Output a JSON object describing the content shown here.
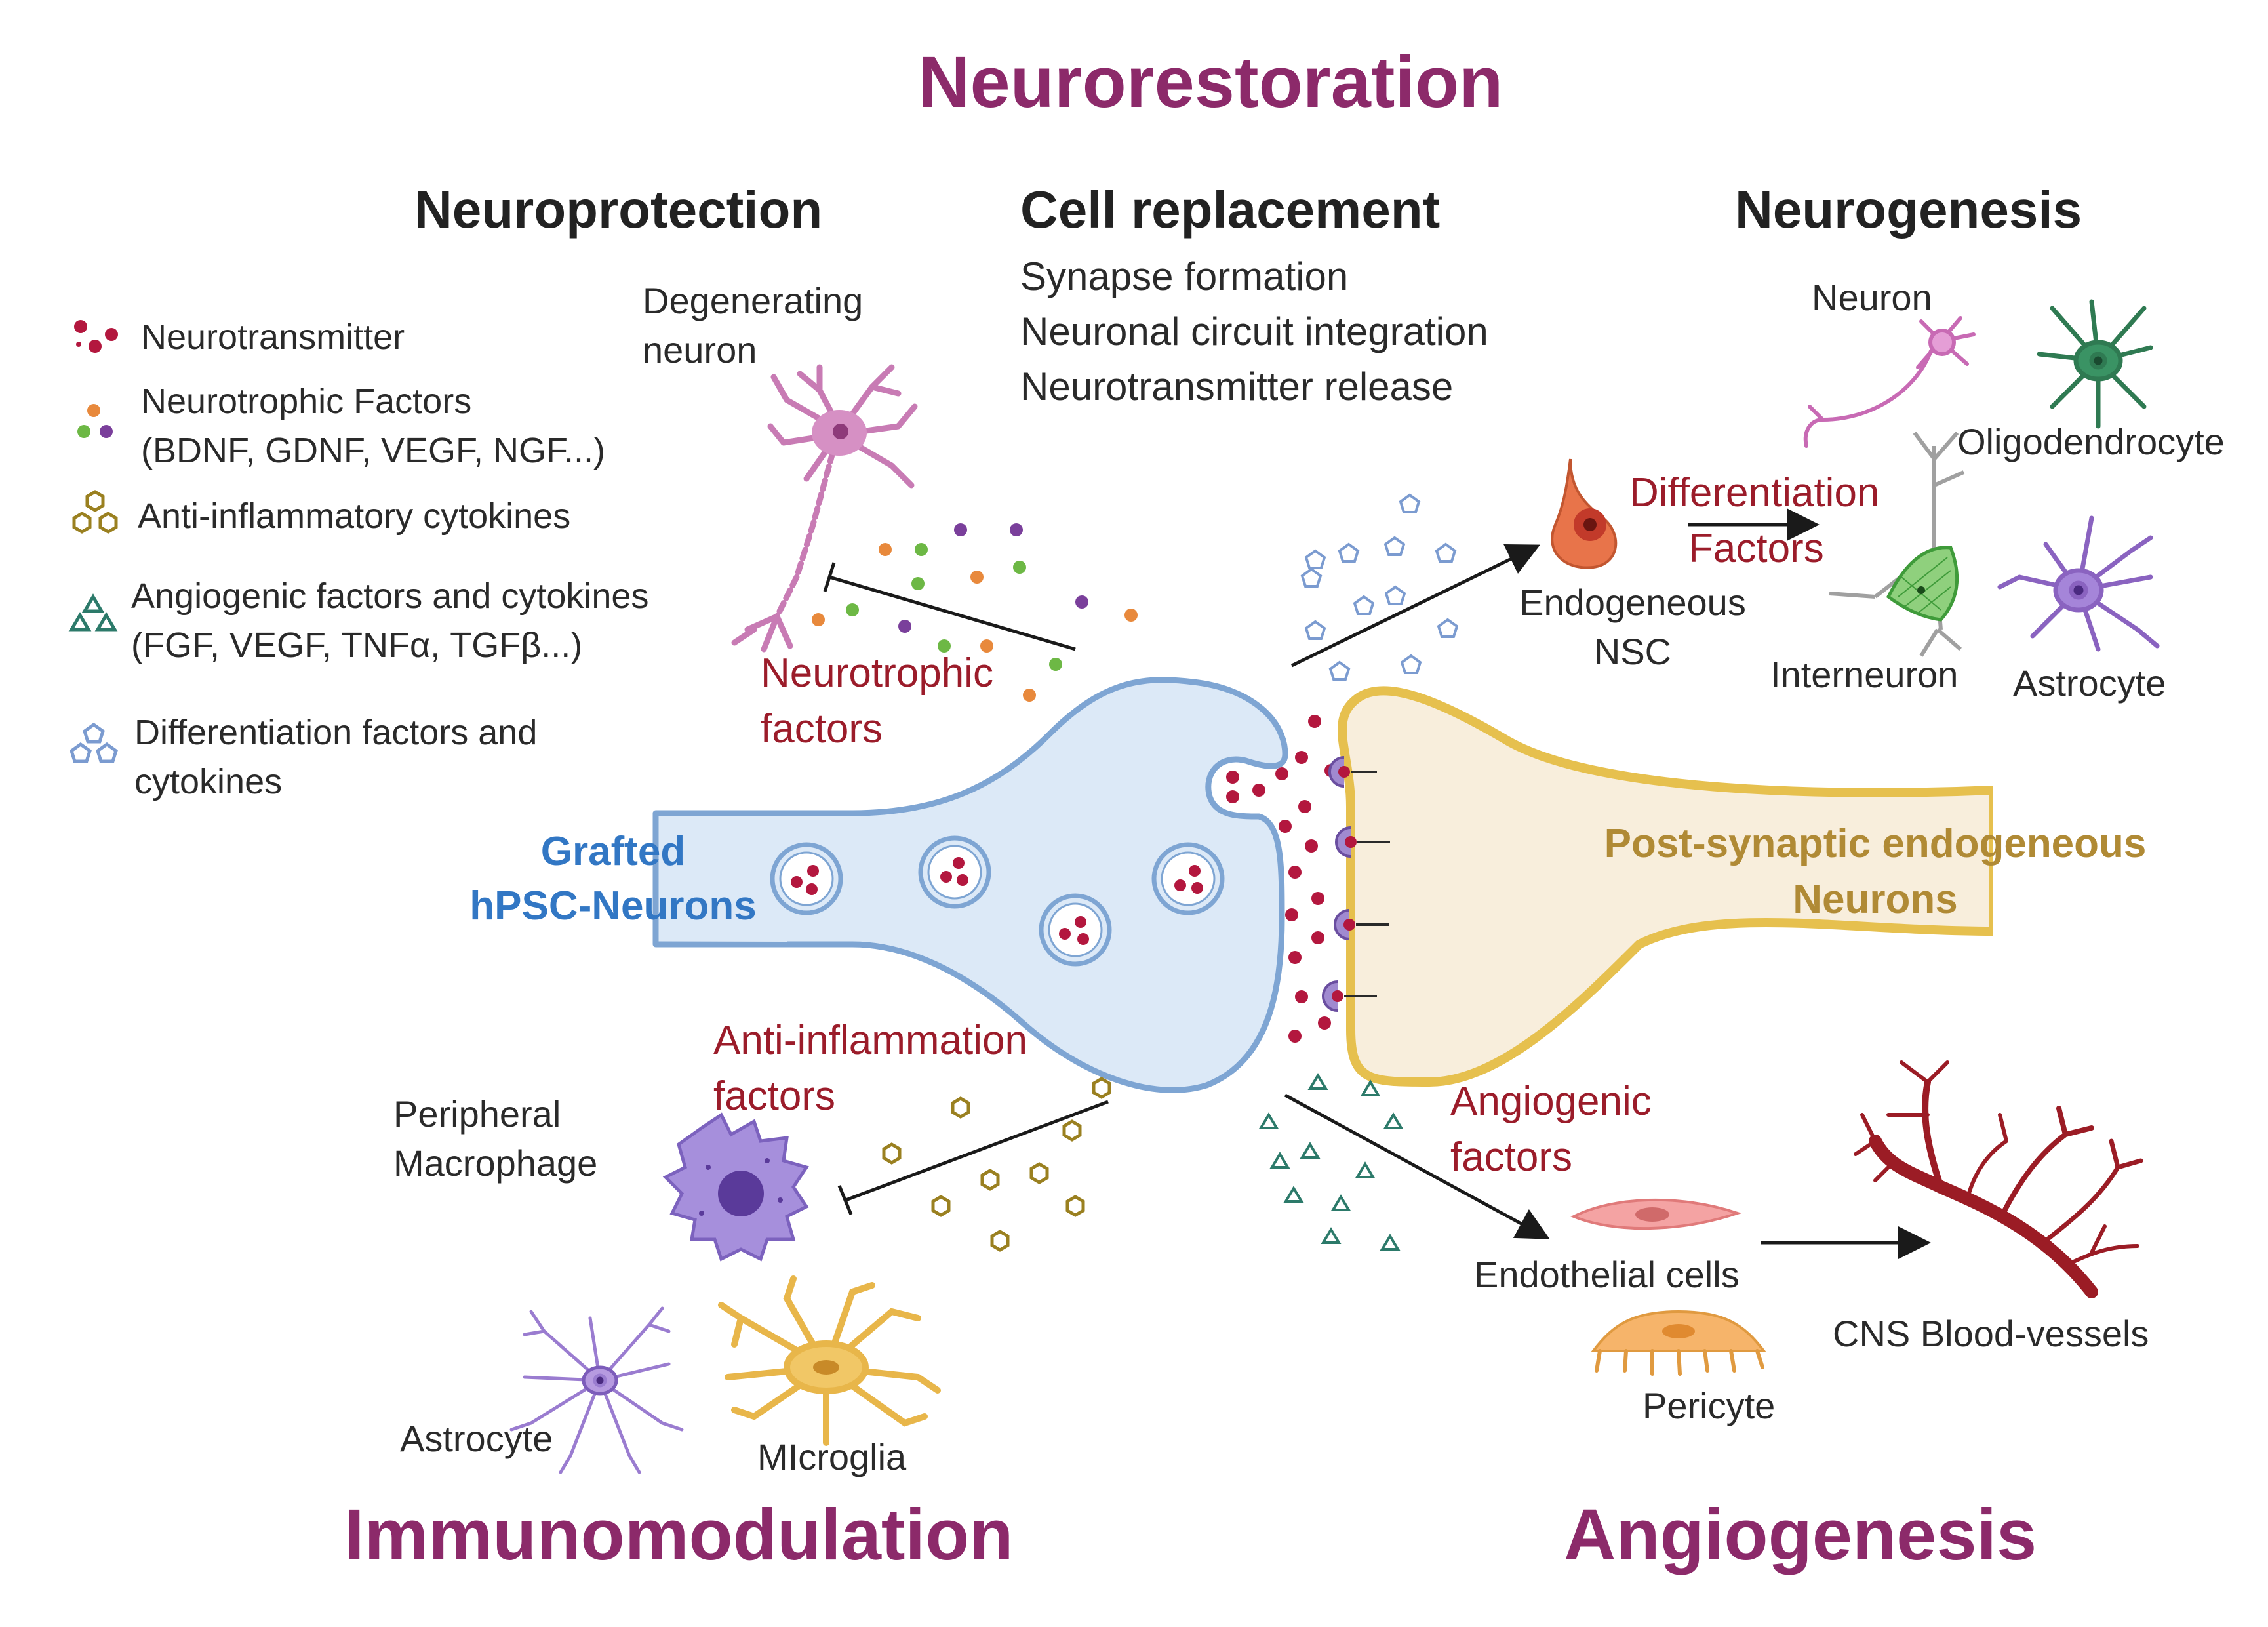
{
  "titles": {
    "neurorestoration": "Neurorestoration",
    "immunomodulation": "Immunomodulation",
    "angiogenesis": "Angiogenesis"
  },
  "headings": {
    "neuroprotection": "Neuroprotection",
    "cell_replacement": "Cell replacement",
    "neurogenesis": "Neurogenesis"
  },
  "cell_replacement_items": [
    "Synapse formation",
    "Neuronal circuit integration",
    "Neurotransmitter release"
  ],
  "legend": {
    "neurotransmitter": "Neurotransmitter",
    "neurotrophic_1": "Neurotrophic Factors",
    "neurotrophic_2": "(BDNF, GDNF, VEGF, NGF...)",
    "anti_inflammatory": "Anti-inflammatory cytokines",
    "angiogenic_1": "Angiogenic factors and cytokines",
    "angiogenic_2": "(FGF, VEGF, TNFα, TGFβ...)",
    "differentiation_1": "Differentiation factors and",
    "differentiation_2": "cytokines"
  },
  "labels": {
    "degenerating_1": "Degenerating",
    "degenerating_2": "neuron",
    "neurotrophic_factors_1": "Neurotrophic",
    "neurotrophic_factors_2": "factors",
    "grafted_1": "Grafted",
    "grafted_2": "hPSC-Neurons",
    "postsynaptic_1": "Post-synaptic endogeneous",
    "postsynaptic_2": "Neurons",
    "anti_inflammation_1": "Anti-inflammation",
    "anti_inflammation_2": "factors",
    "peripheral_1": "Peripheral",
    "peripheral_2": "Macrophage",
    "astrocyte_left": "Astrocyte",
    "microglia": "MIcroglia",
    "endogeneous_1": "Endogeneous",
    "endogeneous_2": "NSC",
    "differentiation_1": "Differentiation",
    "differentiation_2": "Factors",
    "neuron": "Neuron",
    "oligodendrocyte": "Oligodendrocyte",
    "interneuron": "Interneuron",
    "astrocyte_right": "Astrocyte",
    "angiogenic_1": "Angiogenic",
    "angiogenic_2": "factors",
    "endothelial": "Endothelial cells",
    "pericyte": "Pericyte",
    "blood_vessels": "CNS Blood-vessels"
  },
  "colors": {
    "title": "#8c2a6a",
    "factor_label": "#9b1c2a",
    "grafted": "#3277c4",
    "postsynaptic": "#b08a35",
    "neurotransmitter": "#b3173e",
    "presynaptic_fill": "#dce9f7",
    "presynaptic_stroke": "#7ea5d3",
    "postsynaptic_fill": "#f8eedc",
    "postsynaptic_stroke": "#e6c04e",
    "hexagon": "#9a8020",
    "triangle": "#2c7a6a",
    "pentagon": "#7b9bd0",
    "vessel": "#9b1c25"
  },
  "icons": [
    "degenerating-neuron-icon",
    "neural-stem-cell-icon",
    "neuron-icon",
    "oligodendrocyte-icon",
    "interneuron-icon",
    "astrocyte-icon",
    "macrophage-icon",
    "microglia-icon",
    "endothelial-cell-icon",
    "pericyte-icon",
    "blood-vessel-icon"
  ]
}
